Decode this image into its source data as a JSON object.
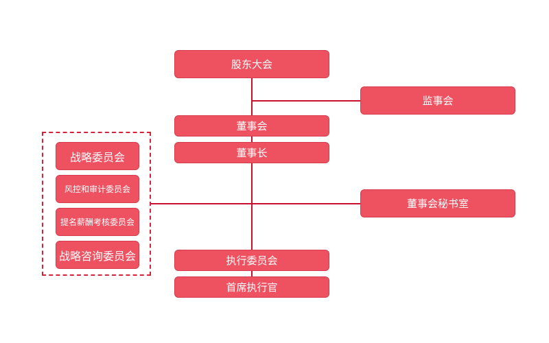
{
  "colors": {
    "box_fill": "#ee5261",
    "box_border": "#d43b4b",
    "connector": "#c8102e",
    "group_border": "#d2233a",
    "text": "#ffffff"
  },
  "nodes": {
    "shareholders_meeting": "股东大会",
    "supervisory_board": "监事会",
    "board_of_directors": "董事会",
    "chairman": "董事长",
    "board_secretary_office": "董事会秘书室",
    "executive_committee": "执行委员会",
    "ceo": "首席执行官"
  },
  "committees": [
    "战略委员会",
    "风控和审计委员会",
    "提名薪酬考核委员会",
    "战略咨询委员会"
  ]
}
